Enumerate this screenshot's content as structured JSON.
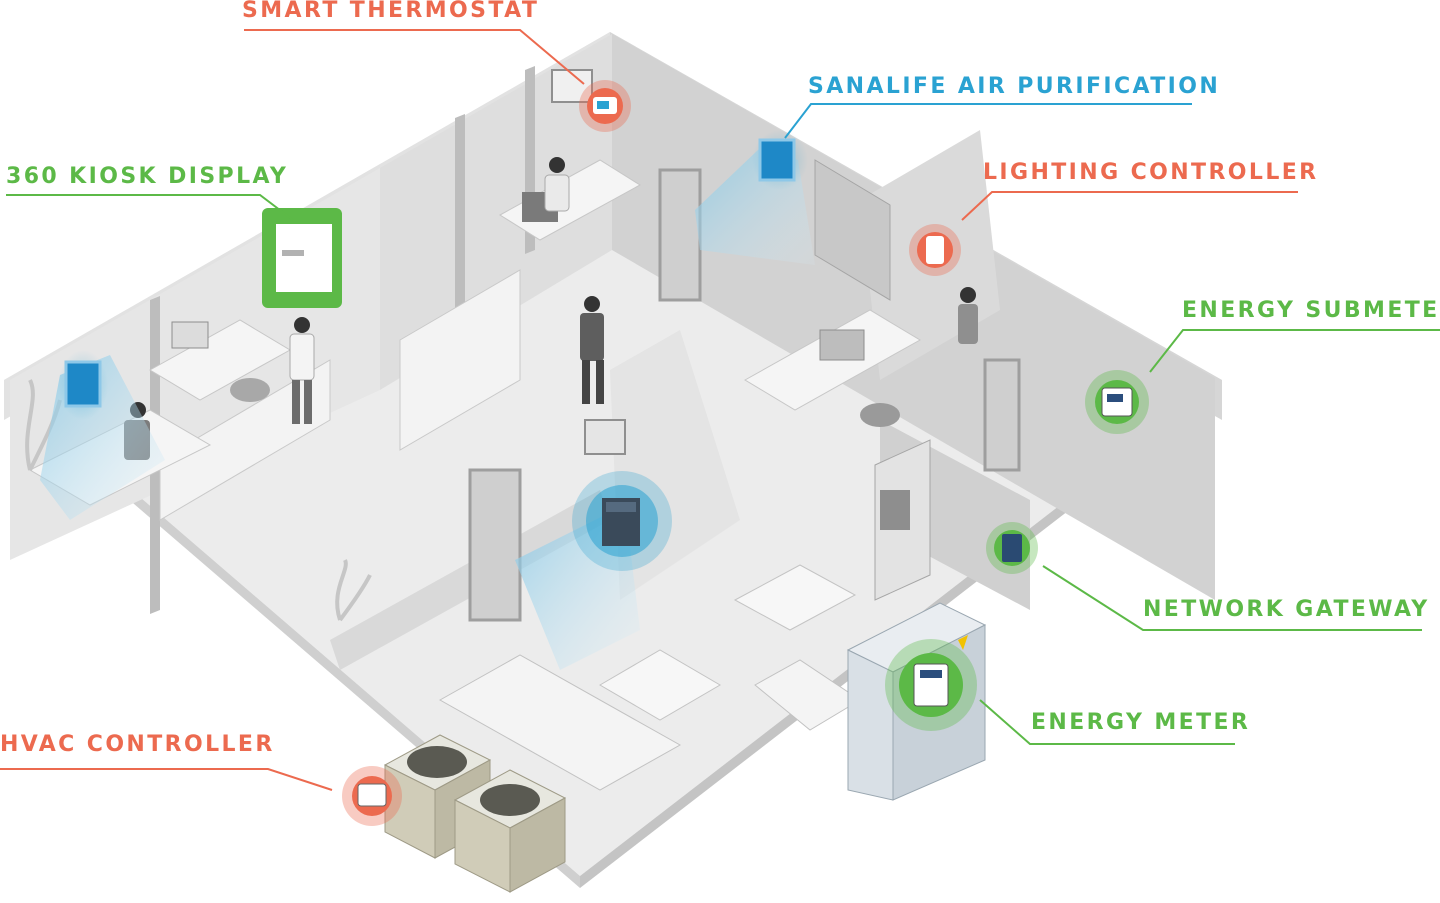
{
  "colors": {
    "red": "#ec6a4f",
    "green": "#5cb947",
    "blue": "#2aa2d2",
    "floor": "#eeeeee",
    "wall": "#dcdcdc",
    "wall_dark": "#bdbdbd",
    "furniture": "#f7f7f7"
  },
  "labels": {
    "smart_thermostat": "SMART THERMOSTAT",
    "sanalife_air_purification": "SANALIFE AIR PURIFICATION",
    "kiosk_display": "360 KIOSK DISPLAY",
    "lighting_controller": "LIGHTING CONTROLLER",
    "energy_submeter": "ENERGY SUBMETER",
    "network_gateway": "NETWORK GATEWAY",
    "energy_meter": "ENERGY METER",
    "hvac_controller": "HVAC CONTROLLER"
  },
  "icons": {
    "smart_thermostat": "thermostat-icon",
    "sanalife_air_purification": "air-purifier-icon",
    "kiosk_display": "kiosk-display-icon",
    "lighting_controller": "lighting-controller-icon",
    "energy_submeter": "energy-submeter-icon",
    "network_gateway": "network-gateway-icon",
    "energy_meter": "energy-meter-icon",
    "hvac_controller": "hvac-controller-icon",
    "air_purifier_floor_unit": "floor-air-purifier-icon"
  }
}
